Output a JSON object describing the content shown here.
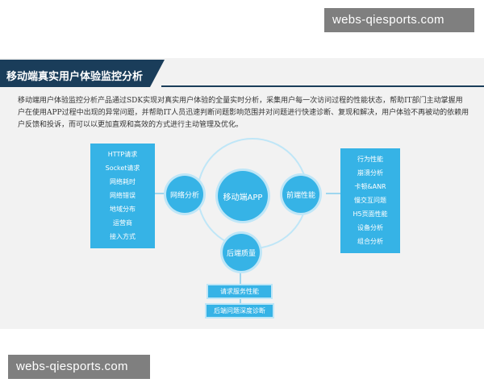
{
  "watermark_top": "webs-qiesports.com",
  "watermark_bottom": "webs-qiesports.com",
  "title": "移动端真实用户体验监控分析",
  "intro": "移动端用户体验监控分析产品通过SDK实现对真实用户体验的全量实时分析，采集用户每一次访问过程的性能状态，帮助IT部门主动掌握用户在使用APP过程中出现的异常问题，并帮助IT人员迅速判断问题影响范围并对问题进行快速诊断、复现和解决，用户体验不再被动的依赖用户反馈和投诉，而可以以更加直观和高效的方式进行主动管理及优化。",
  "left_panel": [
    "HTTP请求",
    "Socket请求",
    "网络耗时",
    "网络错误",
    "地域分布",
    "运营商",
    "接入方式"
  ],
  "right_panel": [
    "行为性能",
    "崩溃分析",
    "卡顿&ANR",
    "慢交互问题",
    "H5页面性能",
    "设备分析",
    "组合分析"
  ],
  "circles": {
    "center": "移动端APP",
    "left": "网络分析",
    "right": "前端性能",
    "bottom": "后端质量"
  },
  "bottom_tags": [
    "请求服务性能",
    "后端问题深度诊断"
  ],
  "colors": {
    "accent": "#36b3e6",
    "title_bar": "#1a3d5a",
    "ring": "#bfe6f7"
  }
}
